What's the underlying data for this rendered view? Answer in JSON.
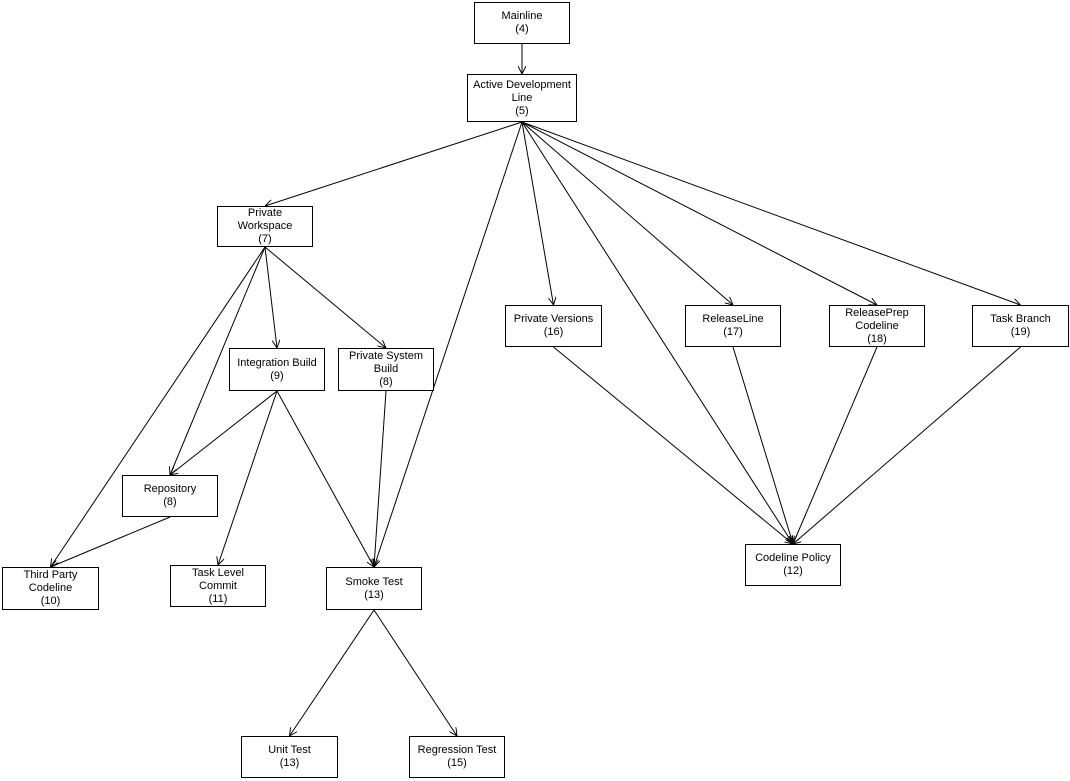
{
  "nodes": [
    {
      "id": "mainline",
      "label": "Mainline",
      "number": "(4)"
    },
    {
      "id": "active-dev",
      "label": "Active Development\nLine",
      "number": "(5)"
    },
    {
      "id": "private-workspace",
      "label": "Private\nWorkspace",
      "number": "(7)"
    },
    {
      "id": "integration-build",
      "label": "Integration Build",
      "number": "(9)"
    },
    {
      "id": "private-system-build",
      "label": "Private System\nBuild",
      "number": "(8)"
    },
    {
      "id": "repository",
      "label": "Repository",
      "number": "(8)"
    },
    {
      "id": "third-party",
      "label": "Third Party\nCodeline",
      "number": "(10)"
    },
    {
      "id": "task-level-commit",
      "label": "Task Level\nCommit",
      "number": "(11)"
    },
    {
      "id": "smoke-test",
      "label": "Smoke Test",
      "number": "(13)"
    },
    {
      "id": "unit-test",
      "label": "Unit Test",
      "number": "(13)"
    },
    {
      "id": "regression-test",
      "label": "Regression Test",
      "number": "(15)"
    },
    {
      "id": "private-versions",
      "label": "Private Versions",
      "number": "(16)"
    },
    {
      "id": "releaseline",
      "label": "ReleaseLine",
      "number": "(17)"
    },
    {
      "id": "releaseprep",
      "label": "ReleasePrep\nCodeline",
      "number": "(18)"
    },
    {
      "id": "task-branch",
      "label": "Task Branch",
      "number": "(19)"
    },
    {
      "id": "codeline-policy",
      "label": "Codeline Policy",
      "number": "(12)"
    }
  ],
  "edges": [
    [
      "mainline",
      "active-dev"
    ],
    [
      "active-dev",
      "private-workspace"
    ],
    [
      "active-dev",
      "smoke-test"
    ],
    [
      "active-dev",
      "private-versions"
    ],
    [
      "active-dev",
      "codeline-policy"
    ],
    [
      "active-dev",
      "releaseline"
    ],
    [
      "active-dev",
      "releaseprep"
    ],
    [
      "active-dev",
      "task-branch"
    ],
    [
      "private-workspace",
      "third-party"
    ],
    [
      "private-workspace",
      "repository"
    ],
    [
      "private-workspace",
      "integration-build"
    ],
    [
      "private-workspace",
      "private-system-build"
    ],
    [
      "integration-build",
      "repository"
    ],
    [
      "integration-build",
      "task-level-commit"
    ],
    [
      "integration-build",
      "smoke-test"
    ],
    [
      "private-system-build",
      "smoke-test"
    ],
    [
      "repository",
      "third-party"
    ],
    [
      "smoke-test",
      "unit-test"
    ],
    [
      "smoke-test",
      "regression-test"
    ],
    [
      "private-versions",
      "codeline-policy"
    ],
    [
      "releaseline",
      "codeline-policy"
    ],
    [
      "releaseprep",
      "codeline-policy"
    ],
    [
      "task-branch",
      "codeline-policy"
    ]
  ]
}
